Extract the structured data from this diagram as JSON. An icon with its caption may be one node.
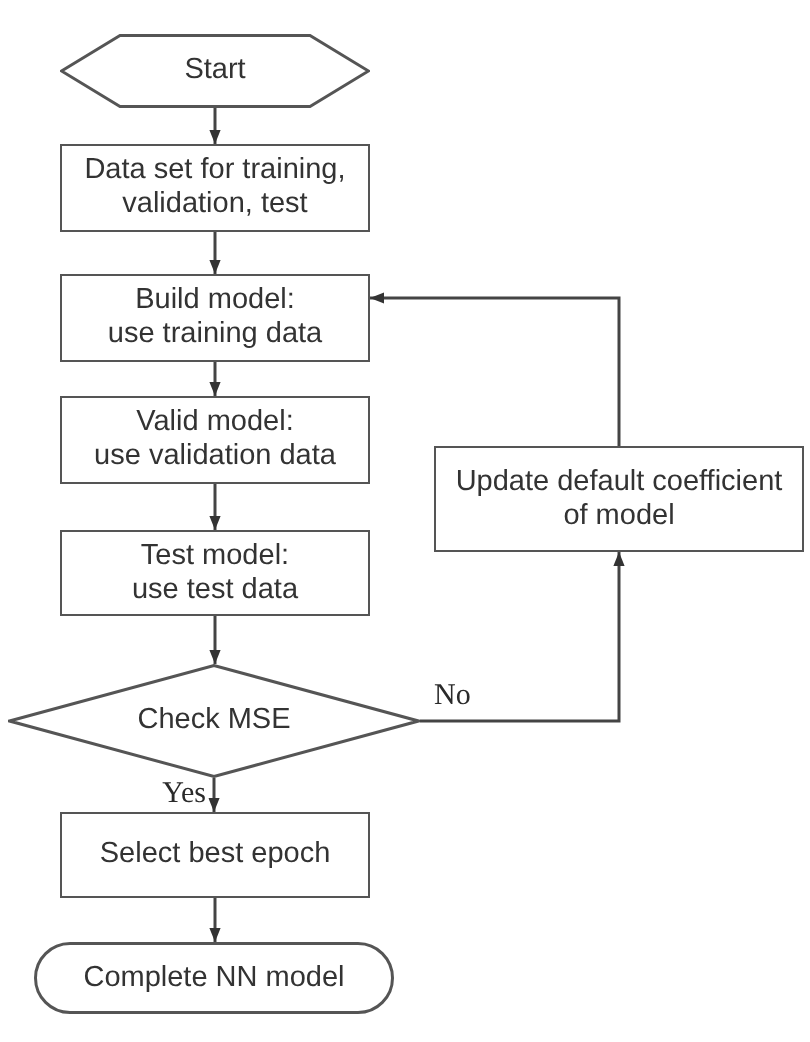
{
  "diagram": {
    "nodes": [
      {
        "text": [
          "Start"
        ]
      },
      {
        "text": [
          "Data set for training, validation, test"
        ]
      },
      {
        "text": [
          "Build model:",
          "use training data"
        ]
      },
      {
        "text": [
          "Valid model:",
          "use validation data"
        ]
      },
      {
        "text": [
          "Test model:",
          "use test data"
        ]
      },
      {
        "text": [
          "Check MSE"
        ]
      },
      {
        "text": [
          "Select best epoch"
        ]
      },
      {
        "text": [
          "Complete NN model"
        ]
      },
      {
        "text": [
          "Update default coefficient of model"
        ]
      }
    ],
    "edges": [
      {
        "from": 0,
        "to": 1,
        "arrow": "to"
      },
      {
        "from": 1,
        "to": 2,
        "arrow": "to"
      },
      {
        "from": 2,
        "to": 3,
        "arrow": "to"
      },
      {
        "from": 3,
        "to": 4,
        "arrow": "to"
      },
      {
        "from": 4,
        "to": 5,
        "arrow": "to"
      },
      {
        "from": 5,
        "to": 8,
        "arrow": "to",
        "label": "No"
      },
      {
        "from": 8,
        "to": 2,
        "arrow": "to"
      },
      {
        "from": 5,
        "to": 6,
        "arrow": "to",
        "label": "Yes"
      },
      {
        "from": 6,
        "to": 7,
        "arrow": "to"
      }
    ]
  }
}
